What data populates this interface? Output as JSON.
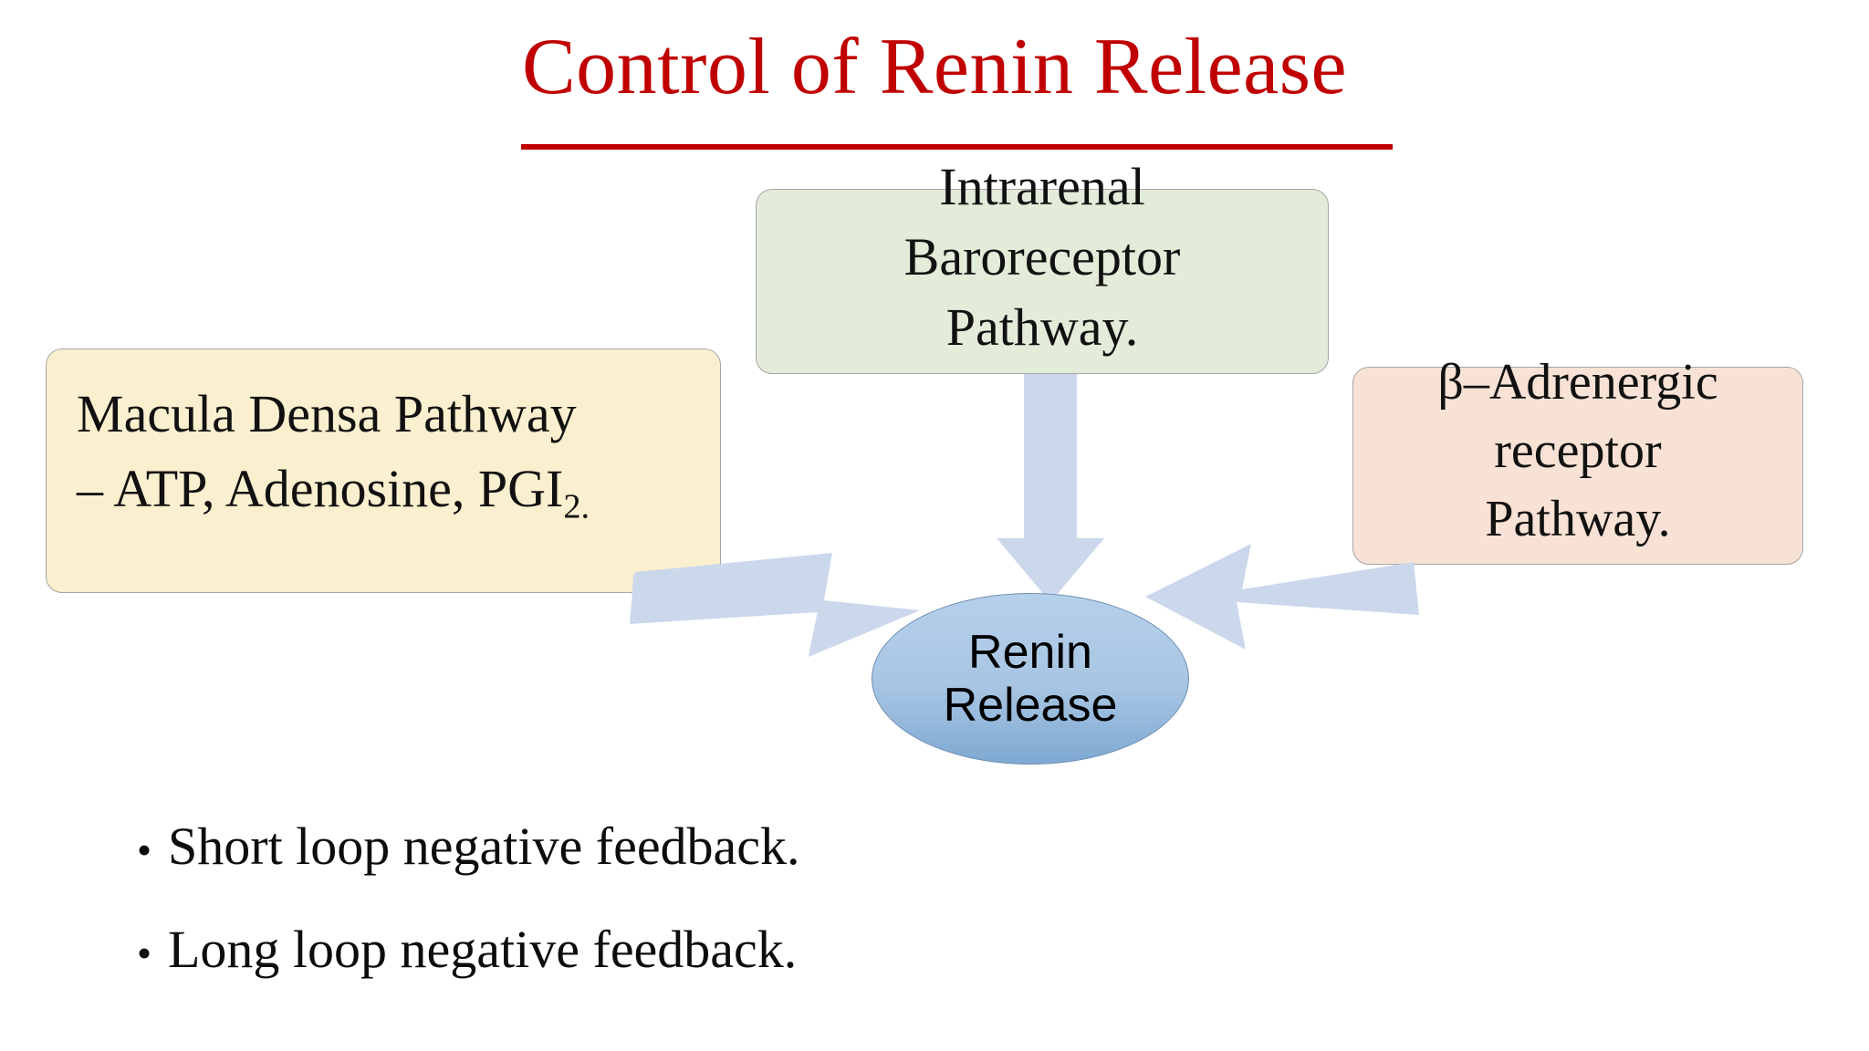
{
  "slide": {
    "title": "Control of Renin Release",
    "title_color": "#C00000",
    "background": "#FFFFFF"
  },
  "boxes": {
    "baroreceptor": {
      "label": "Intrarenal\nBaroreceptor\nPathway.",
      "fill": "#E3EBD9"
    },
    "macula_densa": {
      "line1": "Macula Densa Pathway",
      "line2_prefix": "– ATP, Adenosine, PGI",
      "line2_subscript": "2.",
      "fill": "#FAEFCE"
    },
    "adrenergic": {
      "label": "β–Adrenergic\nreceptor\nPathway.",
      "fill": "#F8E2D5"
    }
  },
  "center_node": {
    "label": "Renin\nRelease",
    "fill_top": "#B6D0EA",
    "fill_bottom": "#7FA9D2"
  },
  "arrows": {
    "color": "#CBD8EB",
    "items": [
      {
        "name": "arrow-macula-to-renin",
        "direction": "down-right"
      },
      {
        "name": "arrow-baroreceptor-to-renin",
        "direction": "down"
      },
      {
        "name": "arrow-adrenergic-to-renin",
        "direction": "down-left"
      }
    ]
  },
  "bullets": {
    "marker": "•",
    "items": [
      "Short loop negative feedback.",
      "Long loop negative feedback."
    ]
  }
}
